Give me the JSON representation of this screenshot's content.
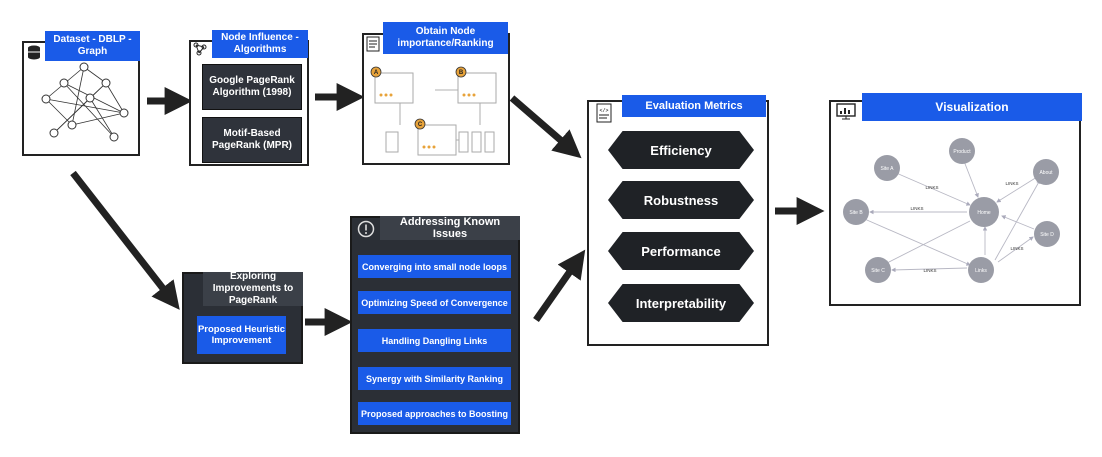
{
  "dataset": {
    "title": "Dataset - DBLP - Graph",
    "icon": "database-icon"
  },
  "influence": {
    "title": "Node Influence - Algorithms",
    "algorithms": [
      "Google PageRank Algorithm (1998)",
      "Motif-Based PageRank (MPR)"
    ],
    "icon": "network-icon"
  },
  "ranking": {
    "title": "Obtain Node importance/Ranking",
    "icon": "document-icon",
    "badges": [
      "A",
      "B",
      "C"
    ]
  },
  "exploring": {
    "title": "Exploring Improvements to PageRank",
    "proposal": "Proposed Heuristic Improvement"
  },
  "issues": {
    "title": "Addressing Known Issues",
    "icon": "warning-icon",
    "items": [
      "Converging into small node loops",
      "Optimizing Speed of Convergence",
      "Handling Dangling Links",
      "Synergy with Similarity Ranking",
      "Proposed approaches to Boosting"
    ]
  },
  "metrics": {
    "title": "Evaluation Metrics",
    "icon": "code-document-icon",
    "items": [
      "Efficiency",
      "Robustness",
      "Performance",
      "Interpretability"
    ]
  },
  "visualization": {
    "title": "Visualization",
    "icon": "monitor-chart-icon",
    "nodes": {
      "site_a": "Site A",
      "product": "Product",
      "about": "About",
      "site_b": "Site B",
      "home": "Home",
      "site_d": "Site D",
      "site_c": "Site C",
      "links": "Links"
    },
    "edge_label": "LINKS"
  },
  "colors": {
    "accent": "#1a5be8",
    "dark": "#2b2f36",
    "node": "#9a9ca6"
  }
}
